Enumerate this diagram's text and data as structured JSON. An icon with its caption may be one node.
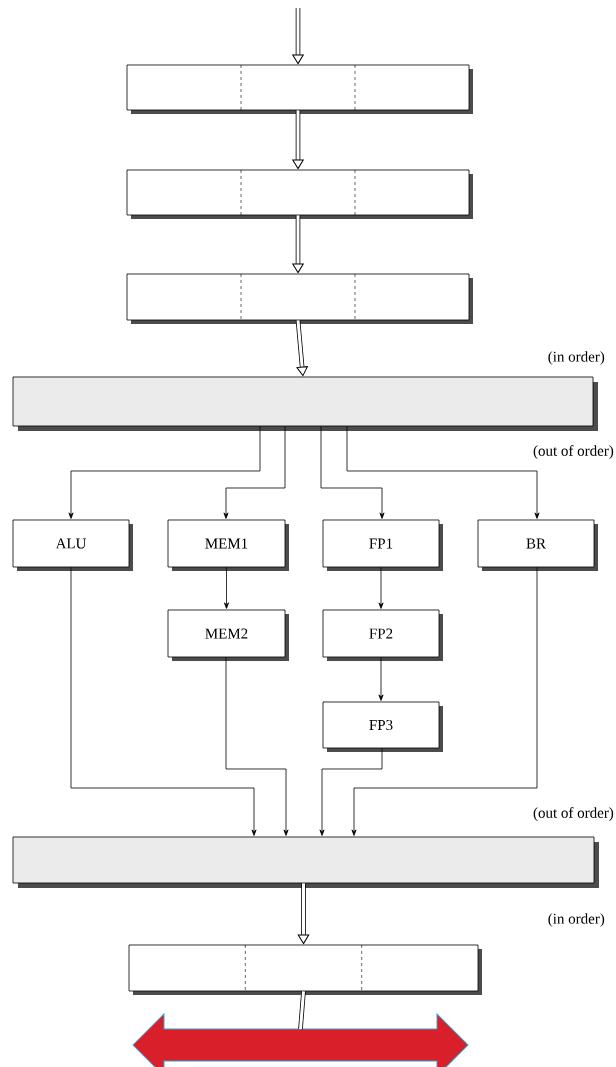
{
  "diagram": {
    "nodes": [
      {
        "text": [],
        "shape": "box"
      },
      {
        "text": [],
        "shape": "box"
      },
      {
        "text": [],
        "shape": "box"
      },
      {
        "text": [],
        "shape": "bar"
      },
      {
        "text": [
          "ALU"
        ]
      },
      {
        "text": [
          "MEM1"
        ]
      },
      {
        "text": [
          "FP1"
        ]
      },
      {
        "text": [
          "BR"
        ]
      },
      {
        "text": [
          "MEM2"
        ]
      },
      {
        "text": [
          "FP2"
        ]
      },
      {
        "text": [
          "FP3"
        ]
      },
      {
        "text": [],
        "shape": "bar"
      },
      {
        "text": [],
        "shape": "box"
      },
      {
        "text": [],
        "shape": "arrow"
      }
    ],
    "edges": [
      {
        "from": null,
        "to": 0,
        "arrow": "to",
        "style": "thick"
      },
      {
        "from": 0,
        "to": 1,
        "arrow": "to",
        "style": "thick"
      },
      {
        "from": 1,
        "to": 2,
        "arrow": "to",
        "style": "thick"
      },
      {
        "from": 2,
        "to": 3,
        "arrow": "to",
        "style": "thick"
      },
      {
        "from": 3,
        "to": 4,
        "arrow": "to"
      },
      {
        "from": 3,
        "to": 5,
        "arrow": "to"
      },
      {
        "from": 3,
        "to": 6,
        "arrow": "to"
      },
      {
        "from": 3,
        "to": 7,
        "arrow": "to"
      },
      {
        "from": 5,
        "to": 8,
        "arrow": "to"
      },
      {
        "from": 6,
        "to": 9,
        "arrow": "to"
      },
      {
        "from": 9,
        "to": 10,
        "arrow": "to"
      },
      {
        "from": 4,
        "to": 11,
        "arrow": "to"
      },
      {
        "from": 8,
        "to": 11,
        "arrow": "to"
      },
      {
        "from": 10,
        "to": 11,
        "arrow": "to"
      },
      {
        "from": 7,
        "to": 11,
        "arrow": "to"
      },
      {
        "from": 11,
        "to": 12,
        "arrow": "to",
        "style": "thick"
      },
      {
        "from": 12,
        "to": 13,
        "arrow": "none",
        "style": "thick"
      }
    ],
    "labels": [
      "(in order)",
      "(out of order)",
      "(out of order)",
      "(in order)"
    ]
  }
}
